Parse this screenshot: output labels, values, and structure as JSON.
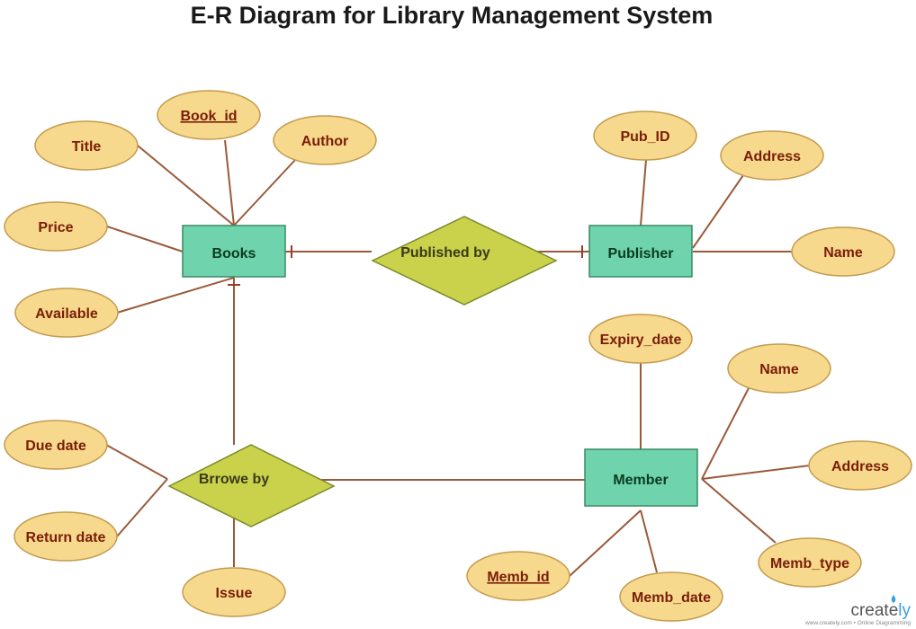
{
  "title": "E-R Diagram for Library Management System",
  "entities": {
    "books": "Books",
    "publisher": "Publisher",
    "member": "Member"
  },
  "relationships": {
    "published_by": "Published by",
    "brrowe_by": "Brrowe by"
  },
  "attributes": {
    "book_id": "Book_id",
    "title": "Title",
    "author": "Author",
    "price": "Price",
    "available": "Available",
    "pub_id": "Pub_ID",
    "pub_address": "Address",
    "pub_name": "Name",
    "expiry_date": "Expiry_date",
    "memb_name": "Name",
    "memb_address": "Address",
    "memb_type": "Memb_type",
    "memb_id": "Memb_id",
    "memb_date": "Memb_date",
    "due_date": "Due date",
    "return_date": "Return date",
    "issue": "Issue"
  },
  "colors": {
    "attribute_fill": "#f6d98c",
    "entity_fill": "#6fd3ad",
    "relationship_fill": "#cad24b",
    "connector": "#9a5a3a",
    "attribute_text": "#7a1d08"
  },
  "branding": {
    "logo_text_main": "create",
    "logo_text_accent": "ly",
    "tagline": "www.creately.com • Online Diagramming"
  }
}
